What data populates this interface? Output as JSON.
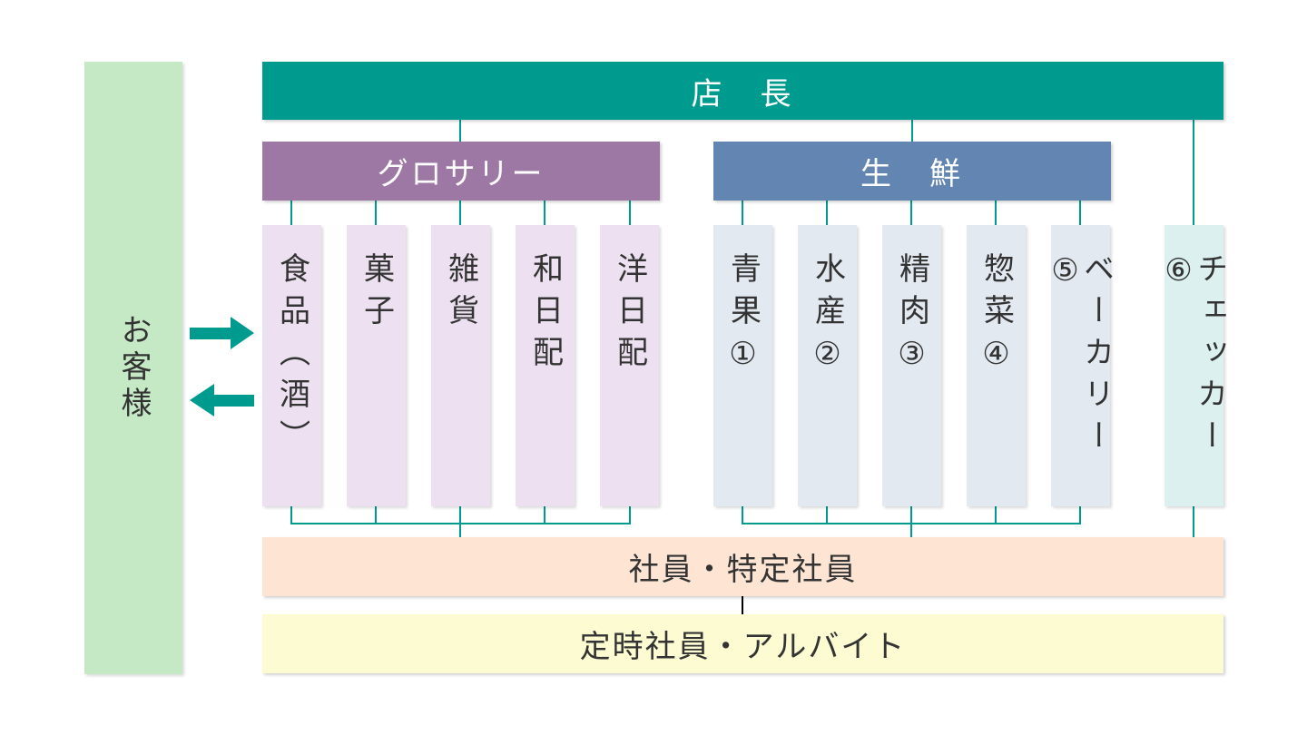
{
  "customer": {
    "label": "お客様"
  },
  "manager": {
    "label": "店　長"
  },
  "grocery": {
    "label": "グロサリー",
    "departments": [
      {
        "label": "食品（酒）"
      },
      {
        "label": "菓子"
      },
      {
        "label": "雑貨"
      },
      {
        "label": "和日配"
      },
      {
        "label": "洋日配"
      }
    ]
  },
  "fresh": {
    "label": "生　鮮",
    "departments": [
      {
        "label": "青果①"
      },
      {
        "label": "水産②"
      },
      {
        "label": "精肉③"
      },
      {
        "label": "惣菜④"
      },
      {
        "label": "ベーカリー⑤"
      }
    ]
  },
  "checker": {
    "label": "チェッカー⑥"
  },
  "staff": {
    "label": "社員・特定社員"
  },
  "parttime": {
    "label": "定時社員・アルバイト"
  },
  "colors": {
    "manager": "#009b8f",
    "grocery_header": "#9e78a4",
    "grocery_column": "#ede1f1",
    "fresh_header": "#6385b1",
    "fresh_column": "#e3e9f1",
    "checker_column": "#dcf0ef",
    "staff": "#fde4d3",
    "parttime": "#fcfbd2",
    "customer": "#c5e8c5",
    "connector": "#009b8f",
    "arrow": "#009b8f"
  }
}
